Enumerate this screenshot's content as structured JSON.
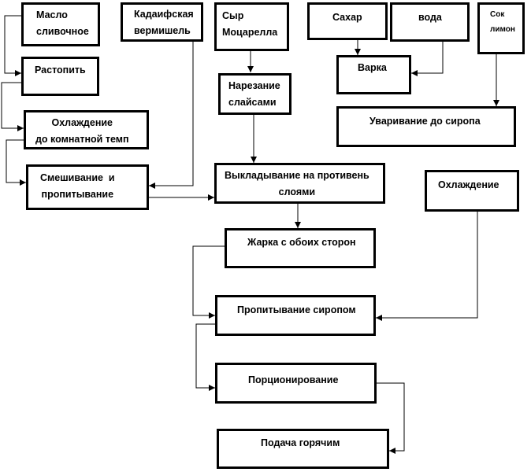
{
  "diagram": {
    "nodes": {
      "maslo": "Масло\nсливочное",
      "kadaif": "Кадаифская\nвермишель",
      "syr": "Сыр\nМоцарелла",
      "sahar": "Сахар",
      "voda": "вода",
      "limon": "Сок\nлимон",
      "rastopit": "Растопить",
      "narezanie": "Нарезание\nслайсами",
      "varka": "Варка",
      "uvarivanie": "Уваривание до сиропа",
      "ohlazhdenie_komn": "Охлаждение\nдо комнатной темп",
      "smeshivanie": "Смешивание  и\nпропитывание",
      "vykladyvanie": "Выкладывание на противень\nслоями",
      "ohlazhdenie": "Охлаждение",
      "zharka": "Жарка с обоих сторон",
      "propityvanie": "Пропитывание сиропом",
      "porcionirovanie": "Порционирование",
      "podacha": "Подача горячим"
    },
    "edges": [
      [
        "maslo",
        "rastopit"
      ],
      [
        "rastopit",
        "ohlazhdenie_komn"
      ],
      [
        "ohlazhdenie_komn",
        "smeshivanie"
      ],
      [
        "kadaif",
        "smeshivanie"
      ],
      [
        "smeshivanie",
        "vykladyvanie"
      ],
      [
        "syr",
        "narezanie"
      ],
      [
        "narezanie",
        "vykladyvanie"
      ],
      [
        "sahar",
        "varka"
      ],
      [
        "voda",
        "varka"
      ],
      [
        "limon",
        "uvarivanie"
      ],
      [
        "vykladyvanie",
        "zharka"
      ],
      [
        "zharka",
        "propityvanie"
      ],
      [
        "ohlazhdenie",
        "propityvanie"
      ],
      [
        "propityvanie",
        "porcionirovanie"
      ],
      [
        "porcionirovanie",
        "podacha"
      ]
    ]
  }
}
